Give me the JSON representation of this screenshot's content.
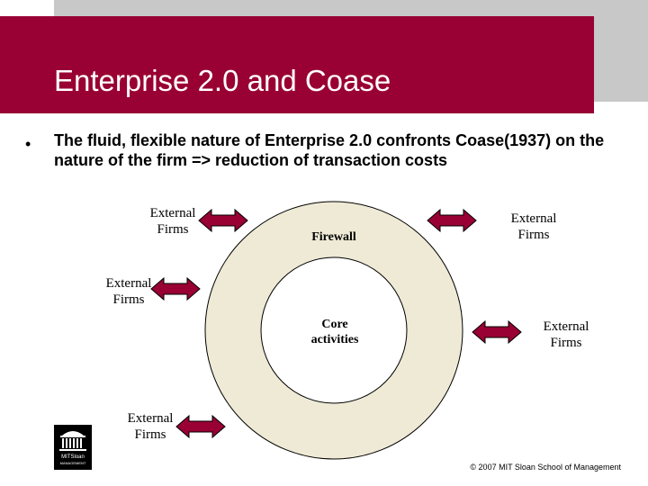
{
  "slide": {
    "title": "Enterprise 2.0 and Coase",
    "bullet_marker": "•",
    "bullet_text": "The fluid, flexible nature of Enterprise 2.0 confronts Coase(1937) on the nature of the firm => reduction of transaction costs",
    "copyright": "© 2007 MIT Sloan School of Management"
  },
  "diagram": {
    "ring_label": "Firewall",
    "core_label_line1": "Core",
    "core_label_line2": "activities",
    "external_label_line1": "External",
    "external_label_line2": "Firms",
    "colors": {
      "ring_fill": "#eeead6",
      "arrow_fill": "#990033",
      "title_bar": "#990033",
      "gray_band": "#c8c8c8"
    }
  },
  "logo": {
    "icon": "mit-dome-icon",
    "text_line1": "MITSloan",
    "text_line2": "MANAGEMENT"
  }
}
